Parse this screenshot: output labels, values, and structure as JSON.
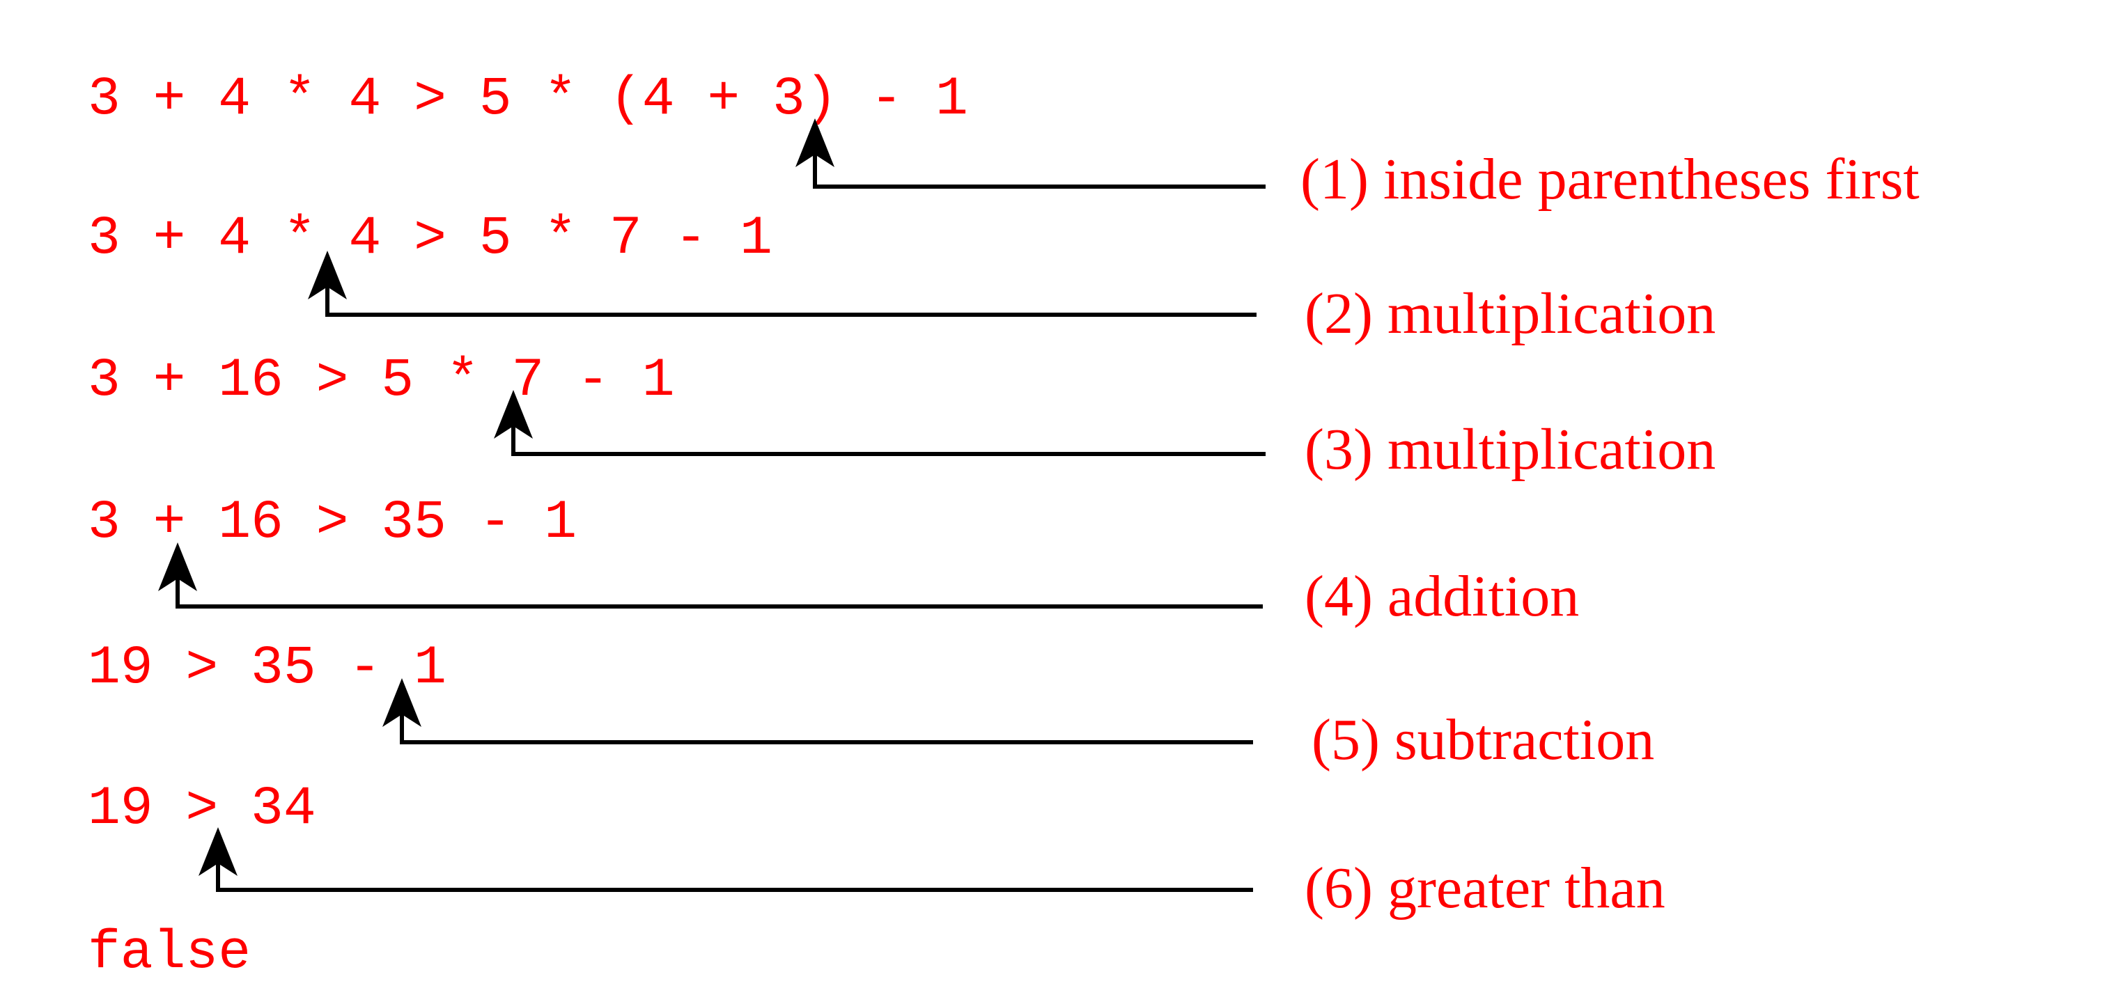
{
  "colors": {
    "text": "#ff0000",
    "lines": "#000000",
    "background": "#ffffff"
  },
  "expressions": [
    "3 + 4 * 4 > 5 * (4 + 3) - 1",
    "3 + 4 * 4 > 5 * 7 - 1",
    "3 + 16 > 5 * 7 - 1",
    "3 + 16 > 35 - 1",
    "19 > 35 - 1",
    "19 > 34",
    "false"
  ],
  "steps": [
    {
      "label": "(1) inside parentheses first"
    },
    {
      "label": "(2) multiplication"
    },
    {
      "label": "(3) multiplication"
    },
    {
      "label": "(4) addition"
    },
    {
      "label": "(5) subtraction"
    },
    {
      "label": "(6) greater than"
    }
  ]
}
